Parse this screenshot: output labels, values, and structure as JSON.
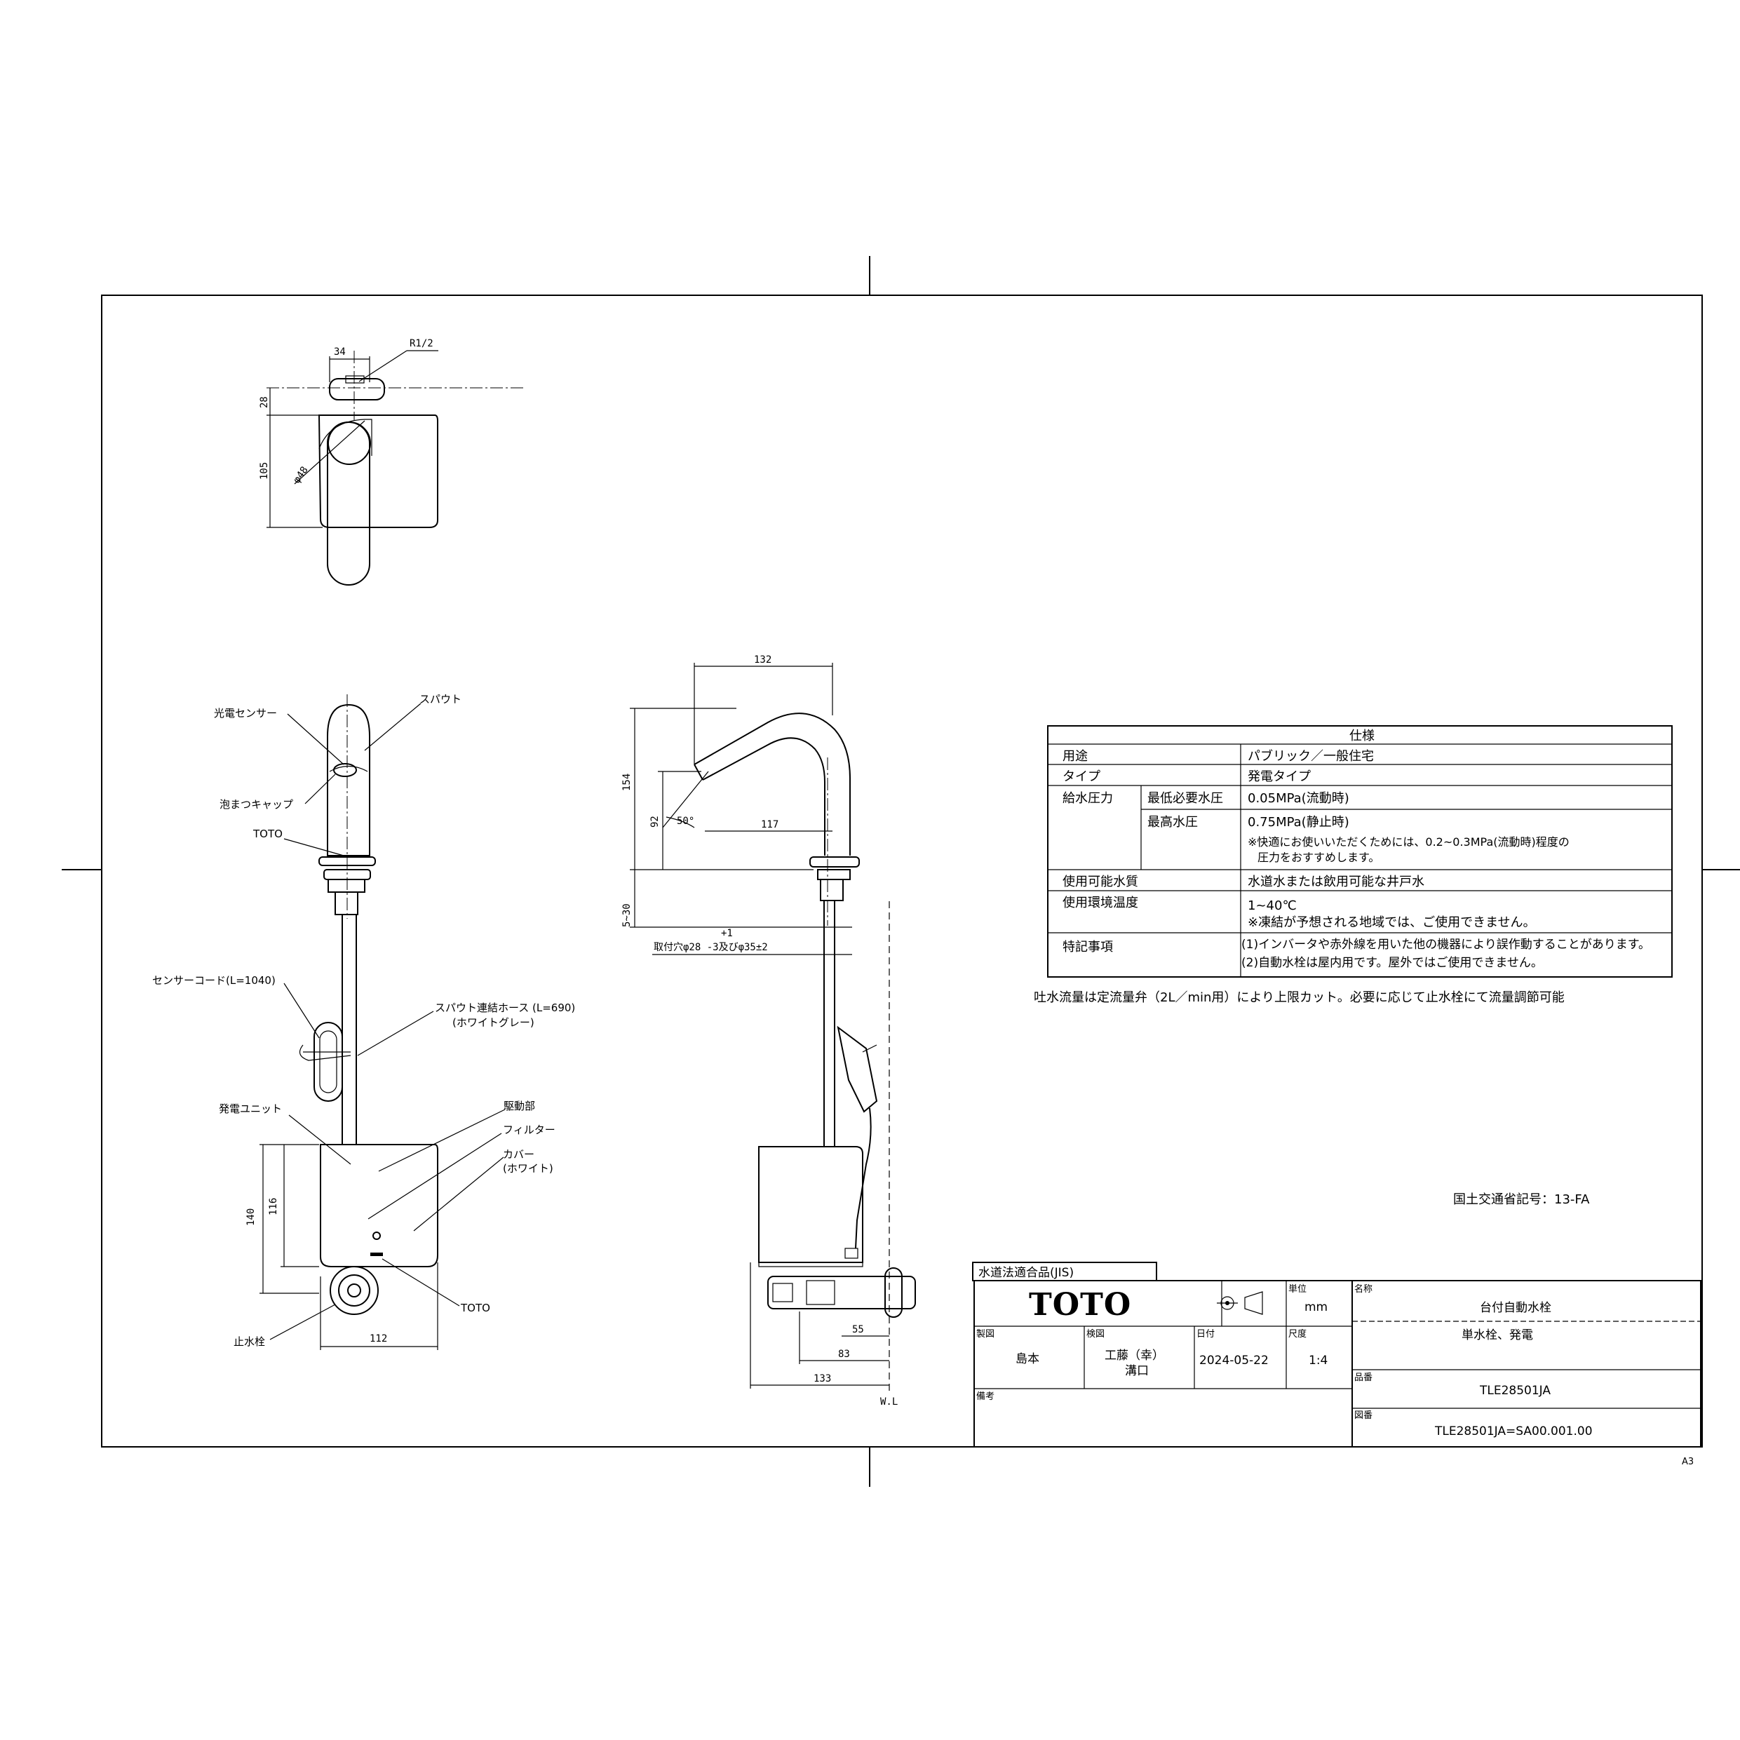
{
  "top_view": {
    "dims": {
      "w34": "34",
      "r12": "R1/2",
      "d28": "28",
      "d105": "105",
      "phi48": "φ48"
    }
  },
  "front_view": {
    "labels": {
      "sensor": "光電センサー",
      "spout": "スパウト",
      "aerator": "泡まつキャップ",
      "toto_mark": "TOTO",
      "sensor_cord": "センサーコード(L=1040)",
      "hose": "スパウト連結ホース (L=690)",
      "hose_color": "(ホワイトグレー)",
      "generator": "発電ユニット",
      "drive": "駆動部",
      "filter": "フィルター",
      "cover": "カバー",
      "cover_color": "(ホワイト)",
      "toto_mark2": "TOTO",
      "stop_valve": "止水栓"
    },
    "dims": {
      "d140": "140",
      "d116": "116",
      "d112": "112"
    }
  },
  "side_view": {
    "dims": {
      "d132": "132",
      "d154": "154",
      "d92": "92",
      "d50": "50°",
      "d117": "117",
      "d5_30": "5~30",
      "tol": "+1",
      "hole": "取付穴φ28 -3及びφ35±2",
      "d55": "55",
      "d83": "83",
      "d133": "133",
      "wl": "W.L"
    }
  },
  "spec_table": {
    "title": "仕様",
    "rows": [
      {
        "k": "用途",
        "v": "パブリック／一般住宅"
      },
      {
        "k": "タイプ",
        "v": "発電タイプ"
      }
    ],
    "pressure_label": "給水圧力",
    "min_label": "最低必要水圧",
    "min_value": "0.05MPa(流動時)",
    "max_label": "最高水圧",
    "max_value": "0.75MPa(静止時)",
    "max_note1": "※快適にお使いいただくためには、0.2~0.3MPa(流動時)程度の",
    "max_note2": "圧力をおすすめします。",
    "water_label": "使用可能水質",
    "water_value": "水道水または飲用可能な井戸水",
    "temp_label": "使用環境温度",
    "temp_value": "1~40℃",
    "temp_note": "※凍結が予想される地域では、ご使用できません。",
    "notes_label": "特記事項",
    "note1": "(1)インバータや赤外線を用いた他の機器により誤作動することがあります。",
    "note2": "(2)自動水栓は屋内用です。屋外ではご使用できません。",
    "flow_note": "吐水流量は定流量弁（2L／min用）により上限カット。必要に応じて止水栓にて流量調節可能",
    "mlit": "国土交通省記号：13-FA"
  },
  "title_block": {
    "jis": "水道法適合品(JIS)",
    "logo": "TOTO",
    "unit_label": "単位",
    "unit": "mm",
    "name_label": "名称",
    "name1": "台付自動水栓",
    "name2": "単水栓、発電",
    "drawn_label": "製図",
    "drawn": "島本",
    "checked_label": "検図",
    "checked1": "工藤（幸）",
    "checked2": "溝口",
    "date_label": "日付",
    "date": "2024-05-22",
    "scale_label": "尺度",
    "scale": "1:4",
    "part_label": "品番",
    "part": "TLE28501JA",
    "remarks_label": "備考",
    "dwg_label": "図番",
    "dwg": "TLE28501JA=SA00.001.00",
    "paper": "A3"
  }
}
